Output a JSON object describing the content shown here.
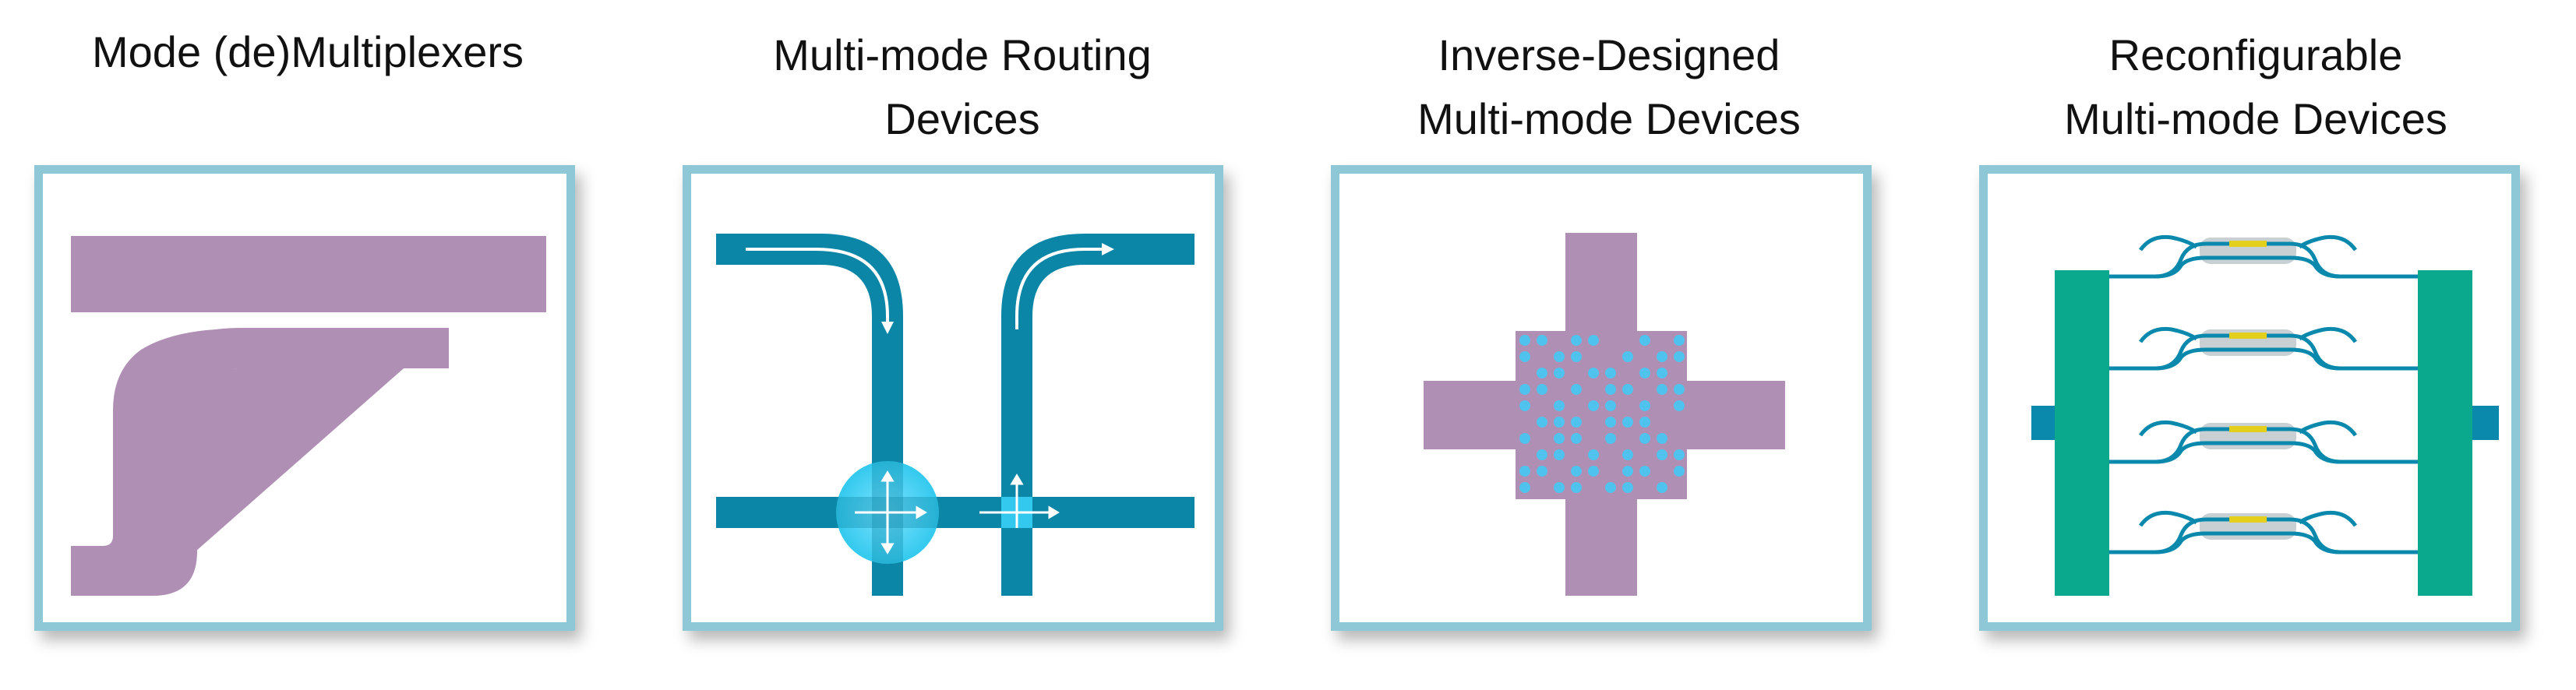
{
  "panels": [
    {
      "title": "Mode (de)Multiplexers",
      "icon": "mode-demultiplexer-waveguide"
    },
    {
      "title": "Multi-mode Routing\nDevices",
      "icon": "multimode-crossing-bends"
    },
    {
      "title": "Inverse-Designed\nMulti-mode Devices",
      "icon": "inverse-designed-crossing"
    },
    {
      "title": "Reconfigurable\nMulti-mode Devices",
      "icon": "reconfigurable-mzi-array"
    }
  ],
  "colors": {
    "frame": "#8ec8d6",
    "waveguide_purple": "#b08fb4",
    "waveguide_teal": "#0b86a6",
    "highlight_cyan": "#33c9ee",
    "hole_blue": "#4fc3ee",
    "bus_green": "#0aa88c",
    "port_teal": "#0b89ad",
    "heater_grey": "#c8d0d4",
    "heater_yellow": "#e5cf1d"
  }
}
